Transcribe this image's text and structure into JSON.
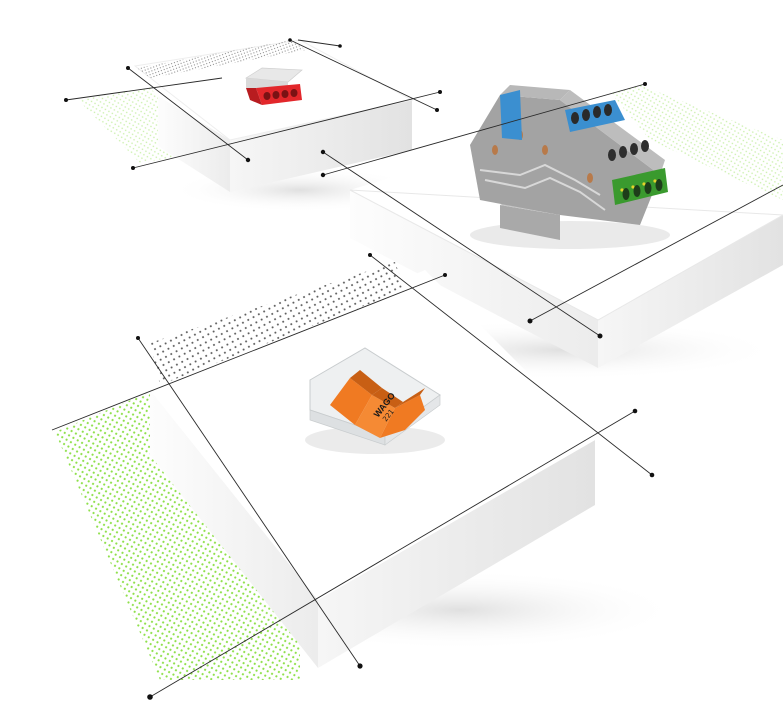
{
  "illustration": {
    "description": "Isometric product illustration of three white platforms with electrical connectors",
    "background_color": "#ffffff",
    "colors": {
      "platform_top": "#ffffff",
      "platform_side_light": "#f1f1f1",
      "platform_side_dark": "#dedede",
      "green_dots": "#8ee04a",
      "dark_dots": "#555555",
      "line": "#222222",
      "orange_lever": "#f07a22",
      "red_connector": "#e2272b",
      "blue_terminal": "#3b8fd0",
      "green_terminal": "#3a9a2e",
      "grey_terminal": "#9a9a9a"
    },
    "products": [
      {
        "id": "top-left",
        "name": "push-wire connector",
        "color": "red",
        "ports": 4
      },
      {
        "id": "top-right",
        "name": "rail-mount terminal block",
        "color": "grey",
        "accent_colors": [
          "blue",
          "green-yellow"
        ]
      },
      {
        "id": "bottom",
        "name": "lever connector",
        "brand_label": "WAGO",
        "model_label": "221",
        "levers": 3
      }
    ]
  }
}
